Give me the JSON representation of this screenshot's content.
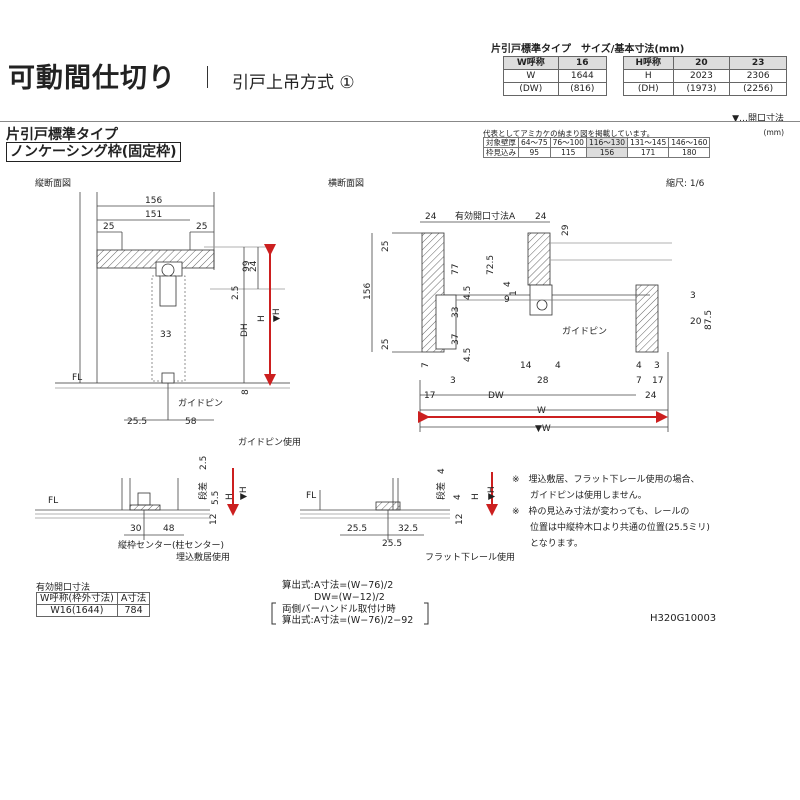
{
  "header": {
    "title": "可動間仕切り",
    "subtitle": "引戸上吊方式 ①",
    "size_caption": "片引戸標準タイプ　サイズ/基本寸法(mm)",
    "size_tables": [
      {
        "head": [
          "W呼称",
          "16"
        ],
        "rows": [
          [
            "W",
            "1644"
          ],
          [
            "(DW)",
            "(816)"
          ]
        ]
      },
      {
        "head": [
          "H呼称",
          "20",
          "23"
        ],
        "rows": [
          [
            "H",
            "2023",
            "2306"
          ],
          [
            "(DH)",
            "(1973)",
            "(2256)"
          ]
        ]
      }
    ],
    "legend": "▼…開口寸法"
  },
  "type": {
    "title": "片引戸標準タイプ",
    "subtitle": "ノンケーシング枠(固定枠)"
  },
  "thickness": {
    "note": "代表としてアミカケの納まり図を掲載しています。",
    "unit": "(mm)",
    "rows": [
      [
        "対象壁厚",
        "64～75",
        "76～100",
        "116～130",
        "131～145",
        "146～160"
      ],
      [
        "枠見込み",
        "95",
        "115",
        "156",
        "171",
        "180"
      ]
    ]
  },
  "scale": "縮尺: 1/6",
  "section_v": {
    "title": "縦断面図",
    "dims": {
      "d156": "156",
      "d151": "151",
      "d25a": "25",
      "d25b": "25",
      "d24": "24",
      "d99": "99",
      "d2_5": "2.5",
      "d33": "33",
      "d8": "8",
      "d25_5": "25.5",
      "d58": "58",
      "H": "H",
      "H2": "▼H",
      "DH": "DH",
      "FL": "FL",
      "guide": "ガイドピン"
    }
  },
  "section_h": {
    "title": "横断面図",
    "dims": {
      "d24a": "24",
      "d24b": "24",
      "opening": "有効開口寸法A",
      "d29": "29",
      "d25a": "25",
      "d25b": "25",
      "d77": "77",
      "d72_5": "72.5",
      "d156": "156",
      "d4a": "4",
      "d9": "9",
      "d1": "1",
      "d4_5a": "4.5",
      "d33": "33",
      "d37": "37",
      "d4_5b": "4.5",
      "d3r": "3",
      "d20": "20",
      "d87_5": "87.5",
      "d14": "14",
      "d4b": "4",
      "d28": "28",
      "d7a": "7",
      "d3a": "3",
      "d4c": "4",
      "d3b": "3",
      "d7b": "7",
      "d17a": "17",
      "d17b": "17",
      "d24c": "24",
      "DW": "DW",
      "W": "W",
      "W2": "▼W",
      "guide": "ガイドピン"
    }
  },
  "guide_use": "ガイドピン使用",
  "detail_left": {
    "dims": {
      "FL": "FL",
      "step": "段差",
      "d2_5": "2.5",
      "d5_5": "5.5",
      "H": "H",
      "H2": "▼H",
      "d12": "12",
      "d30": "30",
      "d48": "48"
    },
    "caption1": "縦枠センター(柱センター)",
    "caption2": "埋込敷居使用"
  },
  "detail_right": {
    "dims": {
      "FL": "FL",
      "step": "段差",
      "d4a": "4",
      "d4b": "4",
      "H": "H",
      "H2": "▼H",
      "d12": "12",
      "d25_5a": "25.5",
      "d32_5": "32.5",
      "d25_5b": "25.5"
    },
    "caption": "フラット下レール使用"
  },
  "notes": [
    "※　埋込敷居、フラット下レール使用の場合、",
    "　　ガイドピンは使用しません。",
    "※　枠の見込み寸法が変わっても、レールの",
    "　　位置は中縦枠木口より共通の位置(25.5ミリ)",
    "　　となります。"
  ],
  "opening_table": {
    "caption": "有効開口寸法",
    "head": [
      "W呼称(枠外寸法)",
      "A寸法"
    ],
    "rows": [
      [
        "W16(1644)",
        "784"
      ]
    ]
  },
  "calc": [
    "算出式:A寸法=(W−76)/2",
    "DW=(W−12)/2",
    "両側バーハンドル取付け時",
    "算出式:A寸法=(W−76)/2−92"
  ],
  "code": "H320G10003",
  "colors": {
    "red": "#cc1f1f",
    "hatch": "#555555",
    "line": "#444444"
  }
}
